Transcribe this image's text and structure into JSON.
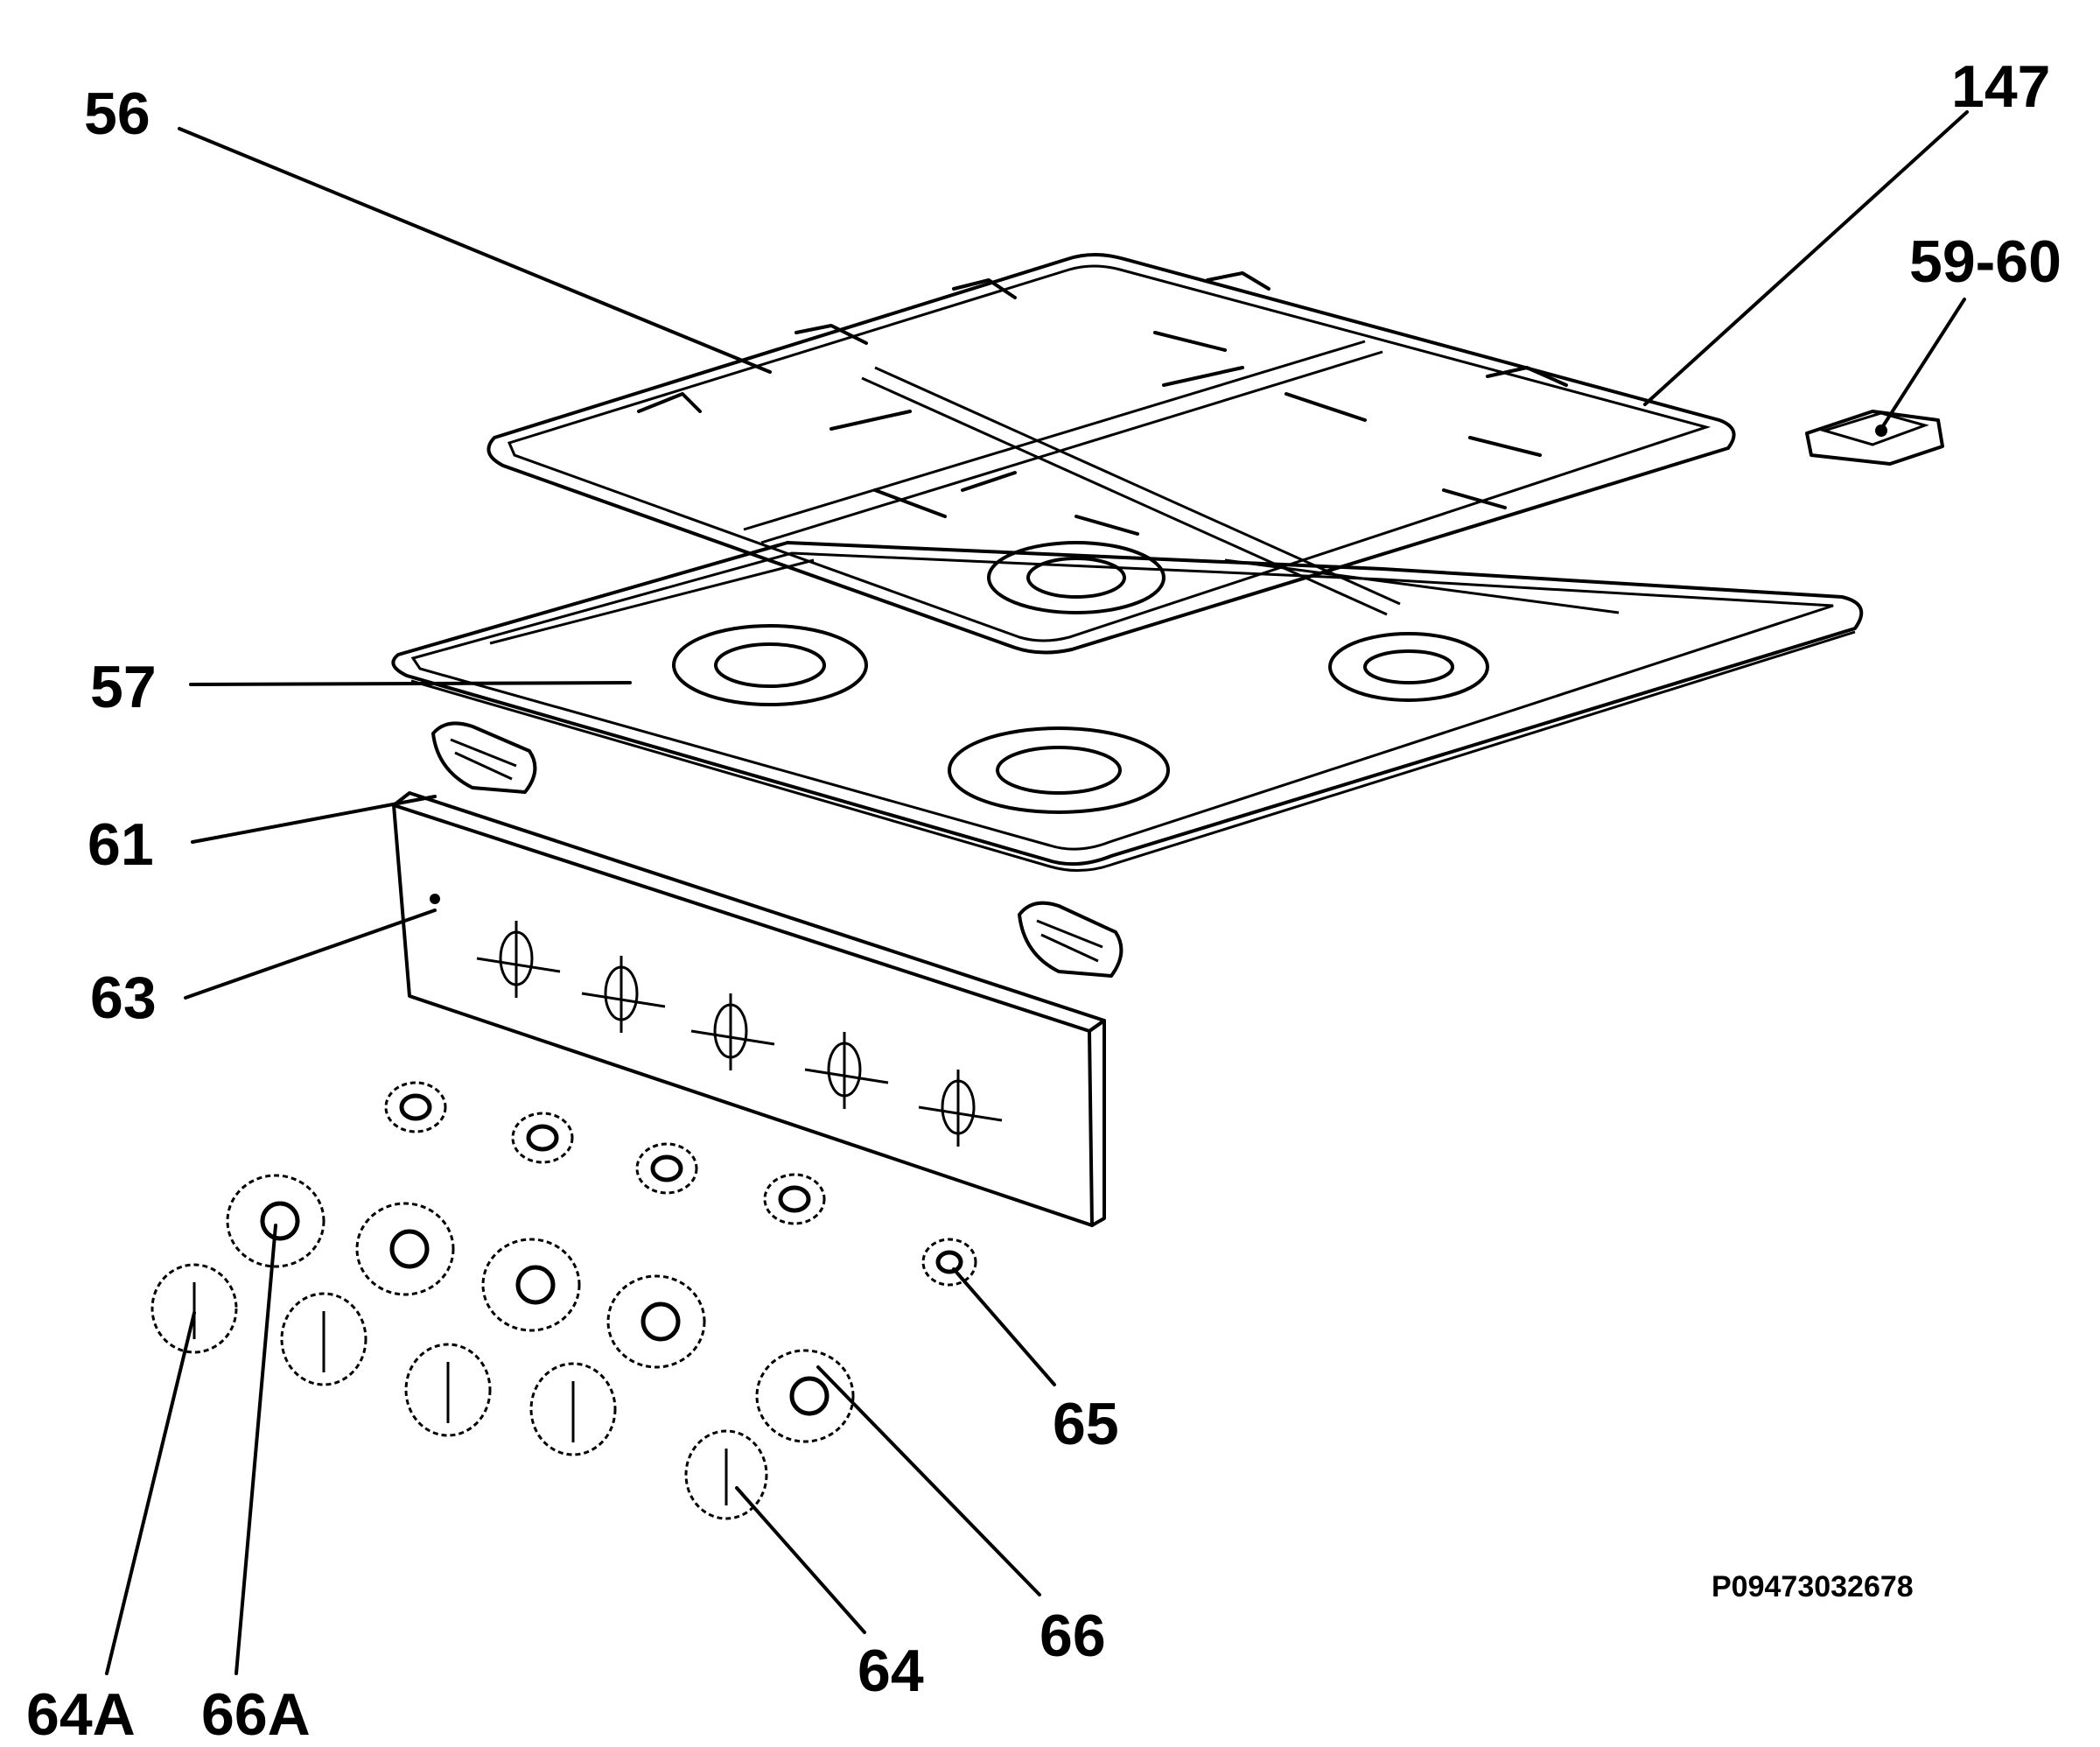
{
  "labels": {
    "l56": "56",
    "l147": "147",
    "l59_60": "59-60",
    "l57": "57",
    "l61": "61",
    "l63": "63",
    "l65": "65",
    "l66": "66",
    "l64": "64",
    "l64a": "64A",
    "l66a": "66A"
  },
  "reference_code": "P09473032678"
}
